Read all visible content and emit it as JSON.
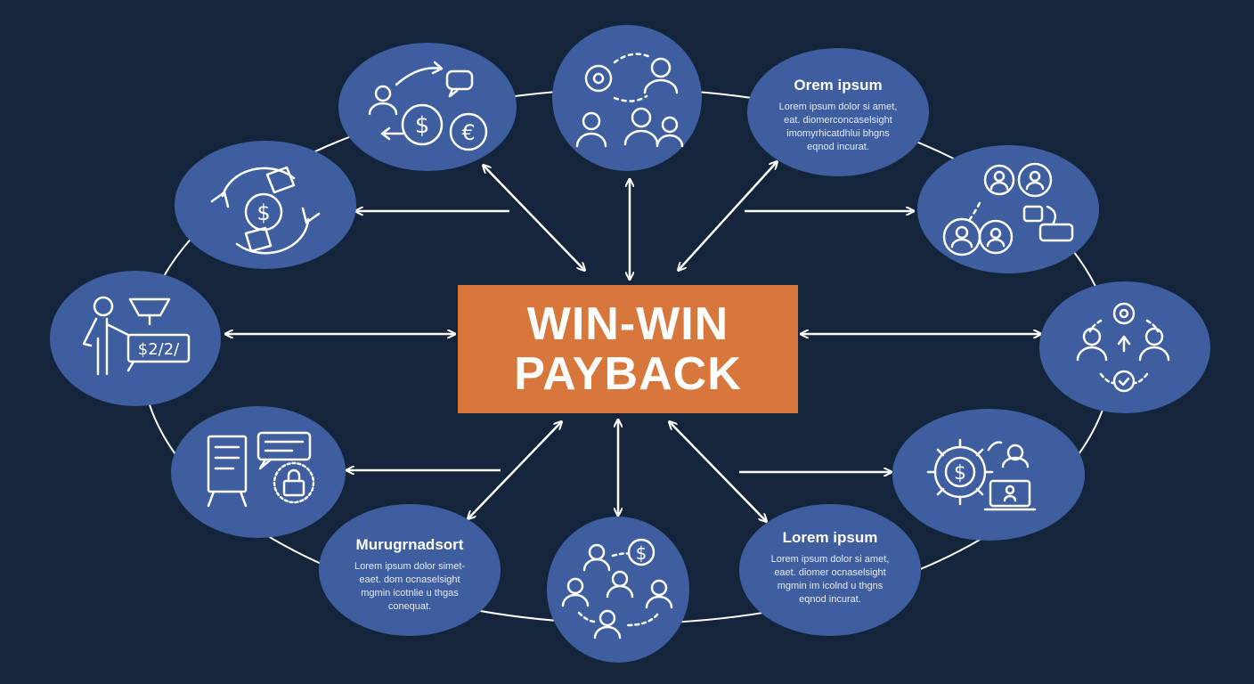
{
  "colors": {
    "background": "#14243a",
    "node_fill": "#3e5e9f",
    "center_fill": "#d8773b",
    "line": "#ffffff"
  },
  "center": {
    "line1": "WIN-WIN",
    "line2": "PAYBACK"
  },
  "nodes": [
    {
      "id": "n1",
      "icon": "exchange-dollar-euro-icon"
    },
    {
      "id": "n2",
      "icon": "people-gear-network-icon"
    },
    {
      "id": "n3",
      "icon": "text-node",
      "title": "Orem ipsum",
      "lines": [
        "Lorem ipsum dolor si amet,",
        "eat. diomerconcaselsight",
        "imomyrhicatdhlui bhgns",
        "eqnod incurat."
      ]
    },
    {
      "id": "n4",
      "icon": "people-gear-collaboration-icon"
    },
    {
      "id": "n5",
      "icon": "team-gear-cycle-icon"
    },
    {
      "id": "n6",
      "icon": "dollar-gear-laptop-icon"
    },
    {
      "id": "n7",
      "icon": "text-node",
      "title": "Lorem ipsum",
      "lines": [
        "Lorem ipsum dolor si amet,",
        "eaet. diomer ocnaselsight",
        "mgmin im icolnd u thgns",
        "eqnod incurat."
      ]
    },
    {
      "id": "n8",
      "icon": "people-dollar-network-icon"
    },
    {
      "id": "n9",
      "icon": "text-node",
      "title": "Murugrnadsort",
      "lines": [
        "Lorem ipsum dolor simet-",
        "eaet. dom ocnaselsight",
        "mgmin icotnlie u thgas",
        "conequat."
      ]
    },
    {
      "id": "n10",
      "icon": "presentation-chat-lock-icon"
    },
    {
      "id": "n11",
      "icon": "presenter-board-price-icon",
      "label": "$2/2/"
    },
    {
      "id": "n12",
      "icon": "dollar-recycle-arrows-icon"
    }
  ]
}
